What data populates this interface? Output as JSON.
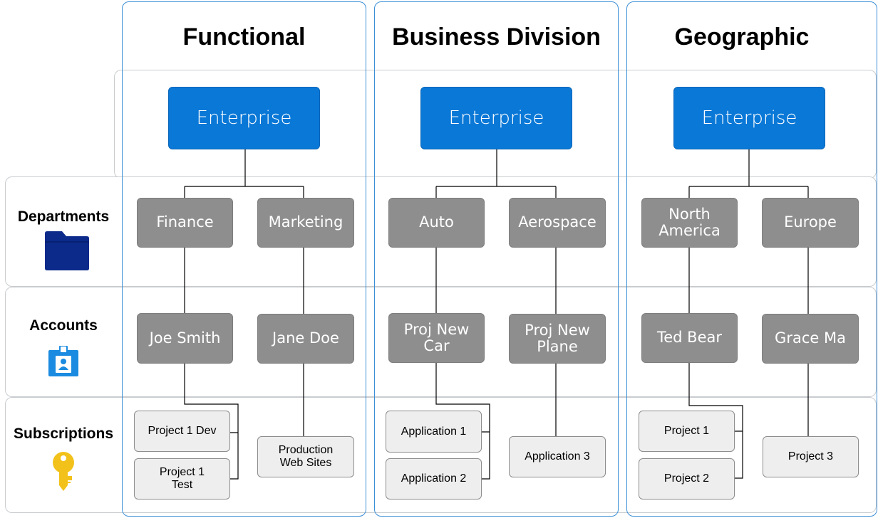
{
  "columns": [
    {
      "title": "Functional",
      "enterprise": "Enterprise",
      "departments": [
        "Finance",
        "Marketing"
      ],
      "accounts": [
        "Joe Smith",
        "Jane Doe"
      ],
      "subscriptions_left": [
        "Project 1 Dev",
        "Project 1\nTest"
      ],
      "subscriptions_right": [
        "Production\nWeb Sites"
      ]
    },
    {
      "title": "Business Division",
      "enterprise": "Enterprise",
      "departments": [
        "Auto",
        "Aerospace"
      ],
      "accounts": [
        "Proj New\nCar",
        "Proj New\nPlane"
      ],
      "subscriptions_left": [
        "Application 1",
        "Application 2"
      ],
      "subscriptions_right": [
        "Application 3"
      ]
    },
    {
      "title": "Geographic",
      "enterprise": "Enterprise",
      "departments": [
        "North\nAmerica",
        "Europe"
      ],
      "accounts": [
        "Ted Bear",
        "Grace Ma"
      ],
      "subscriptions_left": [
        "Project 1",
        "Project 2"
      ],
      "subscriptions_right": [
        "Project 3"
      ]
    }
  ],
  "rows": {
    "departments": "Departments",
    "accounts": "Accounts",
    "subscriptions": "Subscriptions"
  },
  "icons": {
    "departments": "folder-icon",
    "accounts": "id-badge-icon",
    "subscriptions": "key-icon"
  },
  "colors": {
    "enterprise": "#0a78d7",
    "node_gray": "#8e8e8e",
    "subscription_fill": "#eeeeee",
    "column_border": "#3b8fd6",
    "row_border": "#c9cccf",
    "folder": "#0b2a8a",
    "badge": "#1a8be0",
    "key": "#f2c21b"
  }
}
